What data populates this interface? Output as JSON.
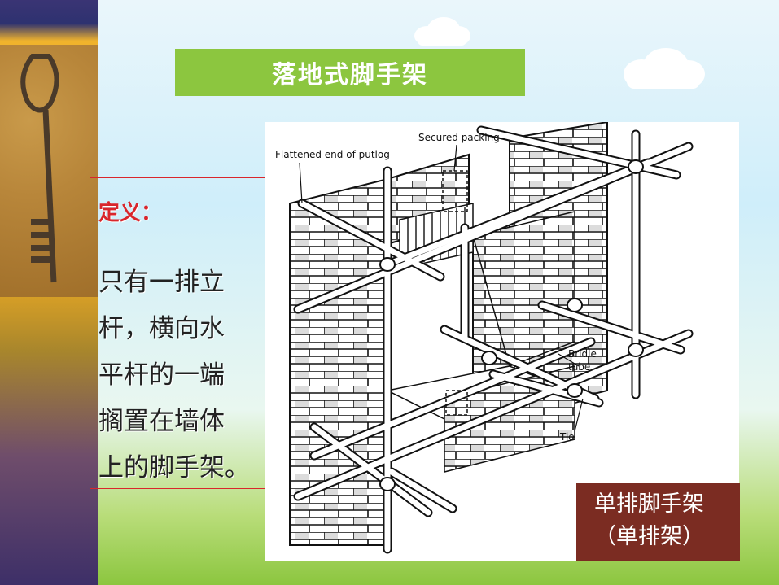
{
  "slide": {
    "title": "落地式脚手架",
    "definition_label": "定义：",
    "definition_lines": [
      "只有一排立",
      "杆，横向水",
      "平杆的一端",
      "搁置在墙体",
      "上的脚手架。"
    ],
    "caption_line1": "单排脚手架",
    "caption_line2": "（单排架）"
  },
  "diagram": {
    "labels": {
      "putlog": "Flattened end of putlog",
      "packing": "Secured packing",
      "bridle_1": "Bridle",
      "bridle_2": "tube",
      "tie": "Tie"
    }
  },
  "colors": {
    "title_bg": "#8cc63f",
    "definition_label": "#d9262c",
    "caption_bg": "#7b2c22"
  },
  "icons": [
    "key-icon",
    "cloud-icon"
  ]
}
